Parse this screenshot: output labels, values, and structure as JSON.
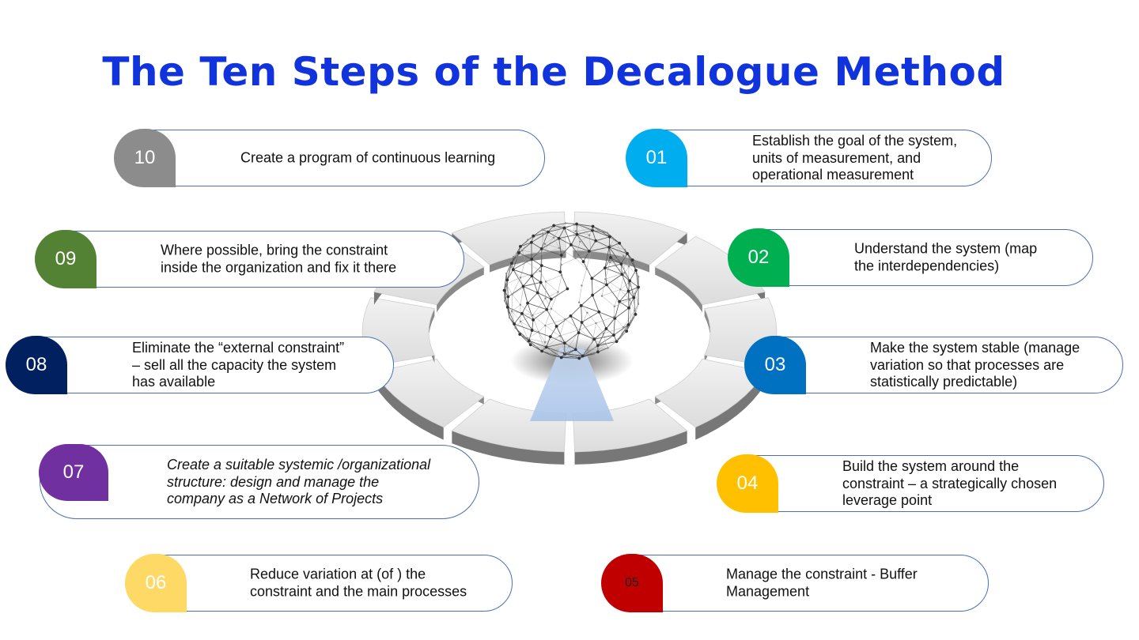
{
  "title": "The Ten Steps of the Decalogue Method",
  "steps": [
    {
      "number": "01",
      "text": "Establish the goal of the system,\nunits of measurement, and\noperational measurement",
      "color": "#00aeef"
    },
    {
      "number": "02",
      "text": "Understand the system (map\nthe interdependencies)",
      "color": "#00b050"
    },
    {
      "number": "03",
      "text": "Make the system stable (manage\nvariation so that processes are\nstatistically predictable)",
      "color": "#0070c0"
    },
    {
      "number": "04",
      "text": "Build the system around the\nconstraint – a strategically chosen\nleverage point",
      "color": "#ffc000"
    },
    {
      "number": "05",
      "text": "Manage the constraint - Buffer\nManagement",
      "color": "#c00000"
    },
    {
      "number": "06",
      "text": "Reduce variation at (of ) the\nconstraint and the main processes",
      "color": "#ffd966"
    },
    {
      "number": "07",
      "text": "Create a suitable systemic /organizational\nstructure: design and manage the\ncompany as a Network of Projects",
      "color": "#7030a0"
    },
    {
      "number": "08",
      "text": "Eliminate the “external constraint”\n– sell all the capacity the system\nhas available",
      "color": "#002060"
    },
    {
      "number": "09",
      "text": "Where possible, bring the constraint\ninside the organization and fix it there",
      "color": "#548235"
    },
    {
      "number": "10",
      "text": "Create a program of continuous learning",
      "color": "#8c8c8c"
    }
  ]
}
